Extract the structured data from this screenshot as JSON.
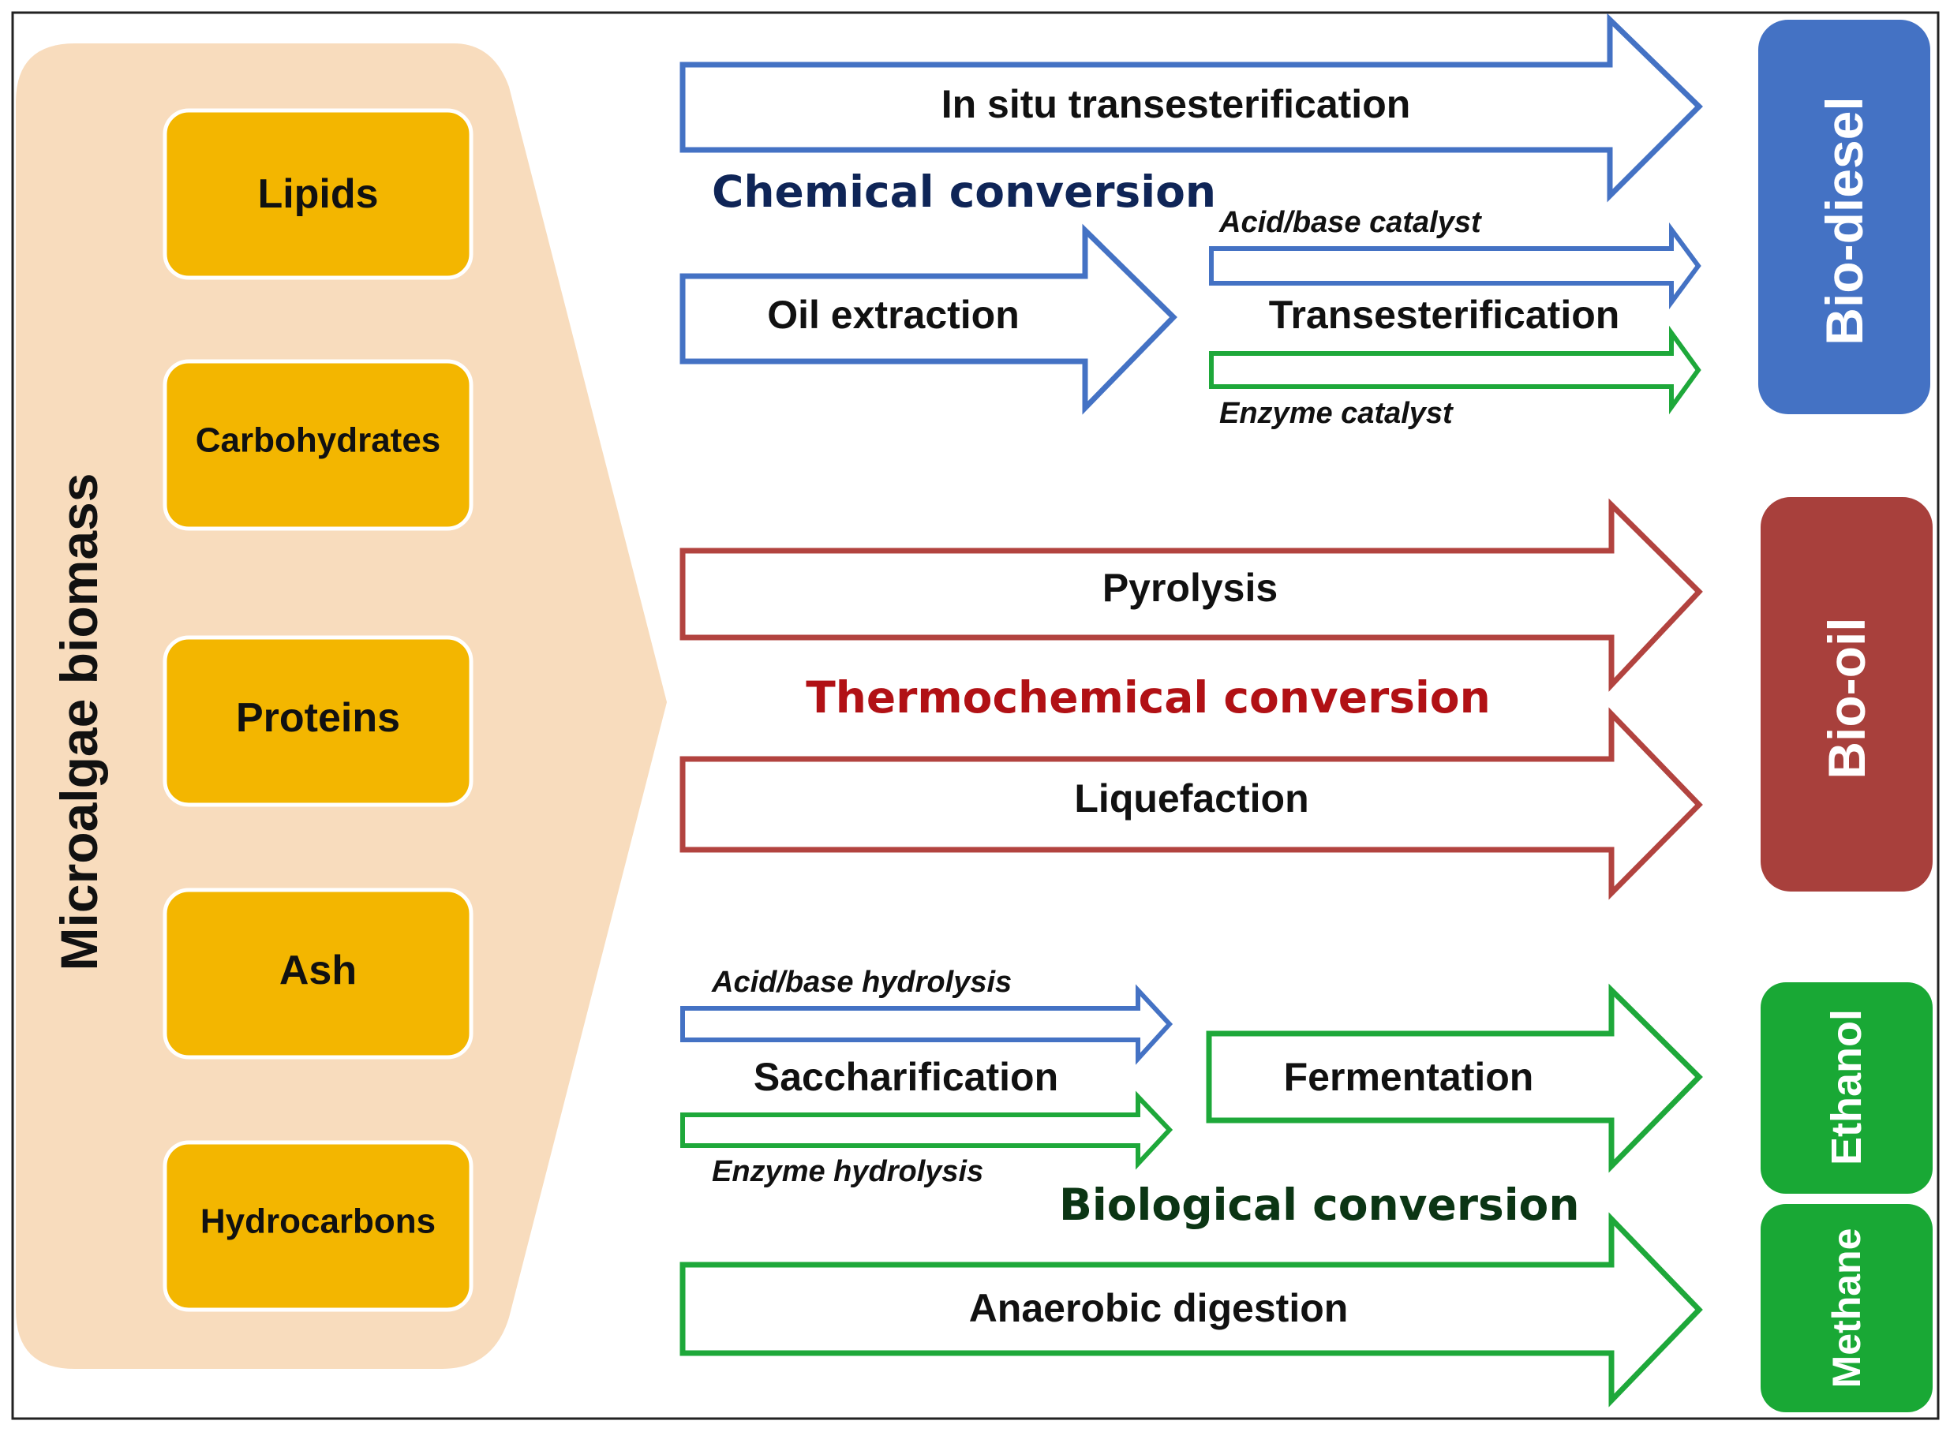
{
  "biomass": {
    "title": "Microalgae biomass",
    "components": [
      "Lipids",
      "Carbohydrates",
      "Proteins",
      "Ash",
      "Hydrocarbons"
    ]
  },
  "chemical": {
    "title": "Chemical conversion",
    "in_situ": "In situ transesterification",
    "oil_extraction": "Oil extraction",
    "acid_base_catalyst": "Acid/base catalyst",
    "transesterification": "Transesterification",
    "enzyme_catalyst": "Enzyme catalyst"
  },
  "thermochemical": {
    "title": "Thermochemical conversion",
    "pyrolysis": "Pyrolysis",
    "liquefaction": "Liquefaction"
  },
  "biological": {
    "title": "Biological conversion",
    "acid_base_hydrolysis": "Acid/base hydrolysis",
    "saccharification": "Saccharification",
    "enzyme_hydrolysis": "Enzyme hydrolysis",
    "fermentation": "Fermentation",
    "anaerobic_digestion": "Anaerobic digestion"
  },
  "products": {
    "biodiesel": "Bio-diesel",
    "biooil": "Bio-oil",
    "ethanol": "Ethanol",
    "methane": "Methane"
  },
  "colors": {
    "chemical": "#4472c4",
    "thermochemical": "#b2433f",
    "biological": "#1ea83a",
    "component_box": "#f3b600",
    "biomass_bg": "#f8dcbd",
    "chemical_title": "#0f2557",
    "thermochemical_title": "#b11115",
    "biological_title": "#0b3514"
  }
}
